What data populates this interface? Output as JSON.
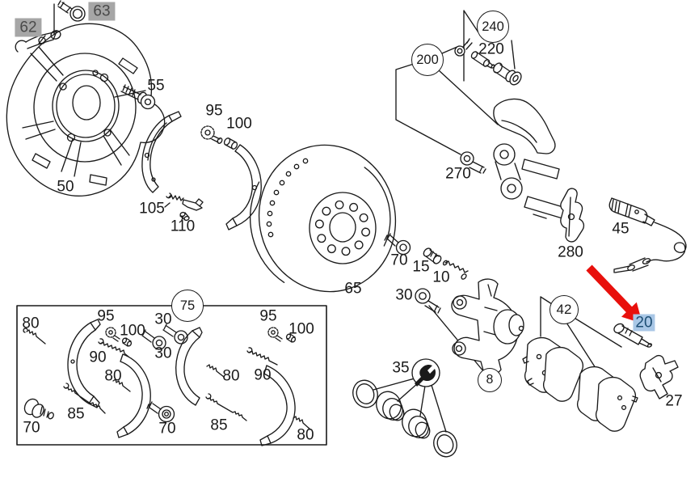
{
  "diagram": {
    "kind": "exploded brake parts diagram",
    "colors": {
      "background": "#ffffff",
      "line": "#1a1a1a",
      "highlight_gray_bg": "#a6a6a6",
      "highlight_gray_text": "#4a4a4a",
      "highlight_blue_bg": "#a9c7e6",
      "highlight_blue_text": "#1d4e74",
      "arrow_red": "#e8100c"
    },
    "icons": {
      "wrench": "wrench-icon"
    },
    "highlighted_parts": [
      "62",
      "63",
      "20"
    ],
    "arrow_points_to": "20"
  },
  "labels": [
    {
      "id": "62",
      "text": "62",
      "style": "gray-highlight"
    },
    {
      "id": "63",
      "text": "63",
      "style": "gray-highlight"
    },
    {
      "id": "55",
      "text": "55",
      "style": "plain"
    },
    {
      "id": "95",
      "text": "95",
      "style": "plain"
    },
    {
      "id": "100",
      "text": "100",
      "style": "plain"
    },
    {
      "id": "50",
      "text": "50",
      "style": "plain"
    },
    {
      "id": "105",
      "text": "105",
      "style": "plain"
    },
    {
      "id": "110",
      "text": "110",
      "style": "plain"
    },
    {
      "id": "65",
      "text": "65",
      "style": "plain"
    },
    {
      "id": "240",
      "text": "240",
      "style": "circled"
    },
    {
      "id": "220",
      "text": "220",
      "style": "plain"
    },
    {
      "id": "200",
      "text": "200",
      "style": "circled"
    },
    {
      "id": "270",
      "text": "270",
      "style": "plain"
    },
    {
      "id": "45",
      "text": "45",
      "style": "plain"
    },
    {
      "id": "280",
      "text": "280",
      "style": "plain"
    },
    {
      "id": "70",
      "text": "70",
      "style": "plain"
    },
    {
      "id": "15",
      "text": "15",
      "style": "plain"
    },
    {
      "id": "10",
      "text": "10",
      "style": "plain"
    },
    {
      "id": "30",
      "text": "30",
      "style": "plain"
    },
    {
      "id": "8",
      "text": "8",
      "style": "circled"
    },
    {
      "id": "35",
      "text": "35",
      "style": "plain"
    },
    {
      "id": "42",
      "text": "42",
      "style": "circled"
    },
    {
      "id": "20",
      "text": "20",
      "style": "blue-highlight"
    },
    {
      "id": "27",
      "text": "27",
      "style": "plain"
    },
    {
      "id": "75",
      "text": "75",
      "style": "circled"
    },
    {
      "id": "80-kit1-a",
      "text": "80",
      "style": "plain"
    },
    {
      "id": "95-kit1",
      "text": "95",
      "style": "plain"
    },
    {
      "id": "100-kit1",
      "text": "100",
      "style": "plain"
    },
    {
      "id": "30-kit-a",
      "text": "30",
      "style": "plain"
    },
    {
      "id": "30-kit-b",
      "text": "30",
      "style": "plain"
    },
    {
      "id": "90-kit1",
      "text": "90",
      "style": "plain"
    },
    {
      "id": "80-kit1-b",
      "text": "80",
      "style": "plain"
    },
    {
      "id": "85-kit1",
      "text": "85",
      "style": "plain"
    },
    {
      "id": "70-kit1-a",
      "text": "70",
      "style": "plain"
    },
    {
      "id": "70-kit1-b",
      "text": "70",
      "style": "plain"
    },
    {
      "id": "95-kit2",
      "text": "95",
      "style": "plain"
    },
    {
      "id": "100-kit2",
      "text": "100",
      "style": "plain"
    },
    {
      "id": "80-kit2-a",
      "text": "80",
      "style": "plain"
    },
    {
      "id": "90-kit2",
      "text": "90",
      "style": "plain"
    },
    {
      "id": "85-kit2",
      "text": "85",
      "style": "plain"
    },
    {
      "id": "80-kit2-b",
      "text": "80",
      "style": "plain"
    }
  ]
}
